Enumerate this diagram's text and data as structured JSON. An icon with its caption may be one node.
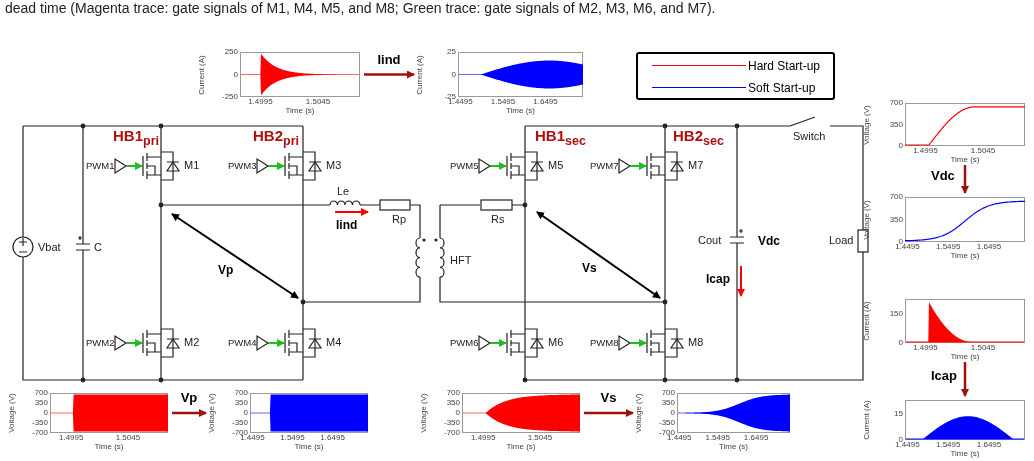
{
  "diagram": {
    "title": "dead time (Magenta trace: gate signals of M1, M4, M5, and M8; Green trace: gate signals of M2, M3, M6, and M7).",
    "nodes": [
      {
        "text": [
          "Current (A)",
          "250",
          "0",
          "-250",
          "1.4995",
          "1.5045",
          "Time (s)"
        ]
      },
      {
        "text": [
          "Current (A)",
          "25",
          "0",
          "-25",
          "1.4495",
          "1.5495",
          "1.6495",
          "Time (s)"
        ]
      },
      {
        "text": [
          "Voltage (V)",
          "700",
          "350",
          "0",
          "-350",
          "-700",
          "1.4995",
          "1.5045",
          "Time (s)"
        ]
      },
      {
        "text": [
          "Voltage (V)",
          "700",
          "350",
          "0",
          "-350",
          "-700",
          "1.4495",
          "1.5495",
          "1.6495",
          "Time (s)"
        ]
      },
      {
        "text": [
          "Voltage (V)",
          "700",
          "350",
          "0",
          "-350",
          "-700",
          "1.4995",
          "1.5045",
          "Time (s)"
        ]
      },
      {
        "text": [
          "Voltage (V)",
          "700",
          "350",
          "0",
          "-350",
          "-700",
          "1.4495",
          "1.5495",
          "1.6495",
          "Time (s)"
        ]
      },
      {
        "text": [
          "Voltage (V)",
          "700",
          "350",
          "0",
          "1.4995",
          "1.5045",
          "Time (s)"
        ]
      },
      {
        "text": [
          "Voltage (V)",
          "700",
          "350",
          "0",
          "1.4495",
          "1.5495",
          "1.6495",
          "Time (s)"
        ]
      },
      {
        "text": [
          "Current (A)",
          "150",
          "0",
          "1.4995",
          "1.5045",
          "Time (s)"
        ]
      },
      {
        "text": [
          "Current (A)",
          "15",
          "0",
          "1.4495",
          "1.5495",
          "1.6495",
          "Time (s)"
        ]
      }
    ],
    "edges": [
      {
        "from": 0,
        "to": 1,
        "arrow": "to",
        "label": "Iind"
      },
      {
        "from": 2,
        "to": 3,
        "arrow": "to",
        "label": "Vp"
      },
      {
        "from": 4,
        "to": 5,
        "arrow": "to",
        "label": "Vs"
      },
      {
        "from": 6,
        "to": 7,
        "arrow": "to",
        "label": "Vdc"
      },
      {
        "from": 8,
        "to": 9,
        "arrow": "to",
        "label": "Icap"
      }
    ],
    "labels": [
      "HB1$_{pri}$",
      "HB2$_{pri}$",
      "HB1$_{sec}$",
      "HB2$_{sec}$",
      "Switch",
      "PWM1",
      "M1",
      "PWM3",
      "M3",
      "PWM5",
      "M5",
      "PWM7",
      "M7",
      "Le",
      "Iind",
      "Rp",
      "Rs",
      "Vbat",
      "C",
      "HFT",
      "Cout",
      "Vdc",
      "Load",
      "Vp",
      "Vs",
      "Icap",
      "PWM2",
      "M2",
      "PWM4",
      "M4",
      "PWM6",
      "M6",
      "PWM8",
      "M8"
    ],
    "legend": [
      {
        "text": "Hard Start-up"
      },
      {
        "text": "Soft Start-up"
      }
    ]
  }
}
